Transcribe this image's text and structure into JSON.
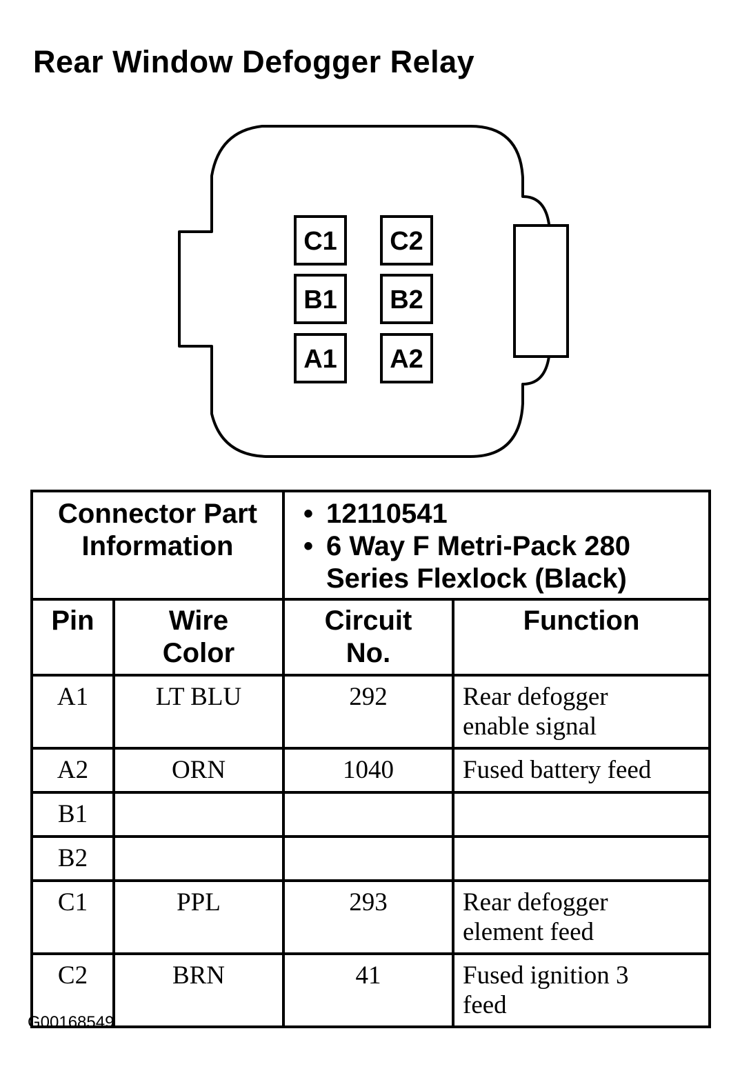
{
  "title": "Rear Window Defogger Relay",
  "connector": {
    "pins": [
      "C1",
      "C2",
      "B1",
      "B2",
      "A1",
      "A2"
    ]
  },
  "part_info": {
    "label_line1": "Connector Part",
    "label_line2": "Information",
    "bullet": "•",
    "part_number": "12110541",
    "description_line1": "6 Way F Metri-Pack 280",
    "description_line2": "Series Flexlock (Black)"
  },
  "table": {
    "headers": {
      "pin": "Pin",
      "wire_color_line1": "Wire",
      "wire_color_line2": "Color",
      "circuit_line1": "Circuit",
      "circuit_line2": "No.",
      "function": "Function"
    },
    "rows": [
      {
        "pin": "A1",
        "wire": "LT BLU",
        "circuit": "292",
        "function_line1": "Rear defogger",
        "function_line2": "enable signal"
      },
      {
        "pin": "A2",
        "wire": "ORN",
        "circuit": "1040",
        "function_line1": "Fused battery feed",
        "function_line2": ""
      },
      {
        "pin": "B1",
        "wire": "",
        "circuit": "",
        "function_line1": "",
        "function_line2": ""
      },
      {
        "pin": "B2",
        "wire": "",
        "circuit": "",
        "function_line1": "",
        "function_line2": ""
      },
      {
        "pin": "C1",
        "wire": "PPL",
        "circuit": "293",
        "function_line1": "Rear defogger",
        "function_line2": "element feed"
      },
      {
        "pin": "C2",
        "wire": "BRN",
        "circuit": "41",
        "function_line1": "Fused ignition 3",
        "function_line2": "feed"
      }
    ]
  },
  "figure_id": "G00168549"
}
